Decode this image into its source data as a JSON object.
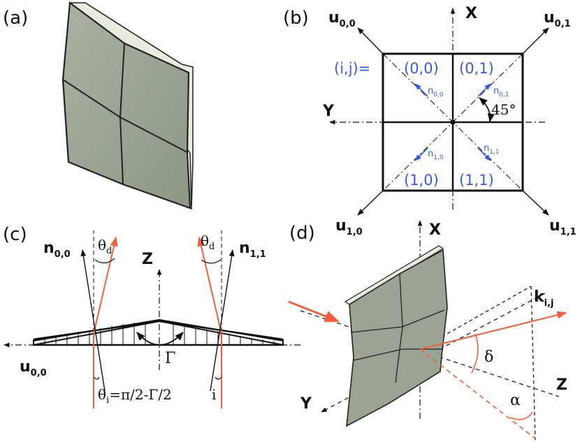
{
  "panels": {
    "a": {
      "label": "(a)"
    },
    "b": {
      "label": "(b)",
      "axis_x": "X",
      "axis_y": "Y",
      "vectors": {
        "u00_main": "u",
        "u00_sub": "0,0",
        "u01_main": "u",
        "u01_sub": "0,1",
        "u10_main": "u",
        "u10_sub": "1,0",
        "u11_main": "u",
        "u11_sub": "1,1"
      },
      "index_label": "(i,j)=",
      "cells": {
        "c00": "(0,0)",
        "c01": "(0,1)",
        "c10": "(1,0)",
        "c11": "(1,1)"
      },
      "normals": {
        "n00_main": "n",
        "n00_sub": "0,0",
        "n01_main": "n",
        "n01_sub": "0,1",
        "n10_main": "n",
        "n10_sub": "1,0",
        "n11_main": "n",
        "n11_sub": "1,1"
      },
      "angle": "45°"
    },
    "c": {
      "label": "(c)",
      "axis_z": "Z",
      "n00_main": "n",
      "n00_sub": "0,0",
      "n11_main": "n",
      "n11_sub": "1,1",
      "theta_d_left_main": "θ",
      "theta_d_left_sub": "d",
      "theta_d_right_main": "θ",
      "theta_d_right_sub": "d",
      "gamma": "Γ",
      "u00_main": "u",
      "u00_sub": "0,0",
      "theta_i_main": "θ",
      "theta_i_sub": "i",
      "theta_i_eq": "=π/2-Γ/2",
      "i_label": "i"
    },
    "d": {
      "label": "(d)",
      "axis_x": "X",
      "axis_y": "Y",
      "axis_z": "Z",
      "k_main": "k",
      "k_sub": "i,j",
      "delta": "δ",
      "alpha": "α"
    }
  },
  "colors": {
    "plate_face": "#9aa394",
    "plate_edge": "#e6e9dc",
    "ray": "#f06040",
    "normal_blue": "#3b5bdb",
    "ink": "#111111"
  }
}
